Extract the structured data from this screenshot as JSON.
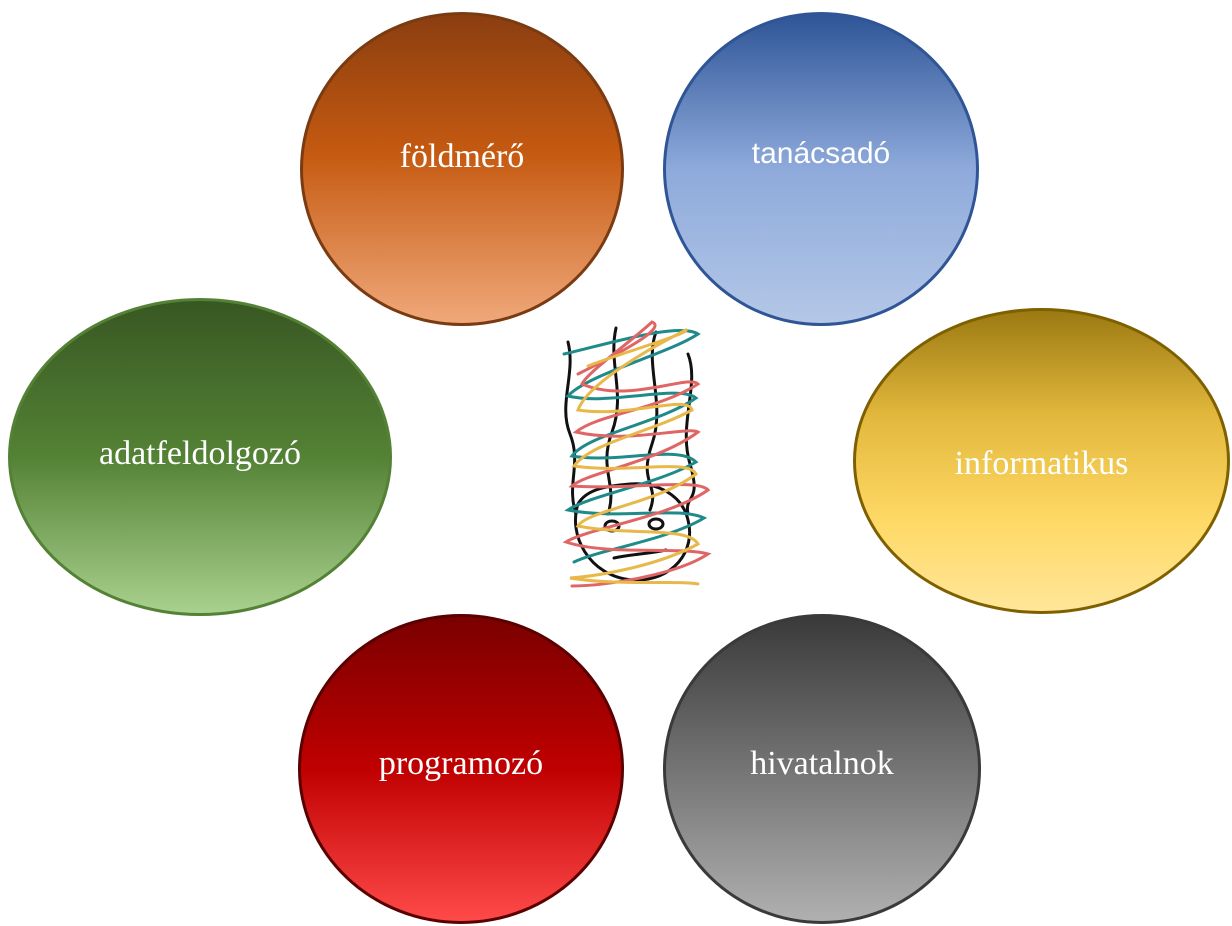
{
  "diagram": {
    "nodes": [
      {
        "id": "foldmero",
        "label": "földmérő"
      },
      {
        "id": "tanacsado",
        "label": "tanácsadó"
      },
      {
        "id": "adatfeldolgozo",
        "label": "adatfeldolgozó"
      },
      {
        "id": "informatikus",
        "label": "informatikus"
      },
      {
        "id": "programozo",
        "label": "programozó"
      },
      {
        "id": "hivatalnok",
        "label": "hivatalnok"
      }
    ],
    "center_image": "tangled-person-drawing",
    "colors": {
      "foldmero": "#c55a11",
      "tanacsado": "#8eaadb",
      "adatfeldolgozo": "#548235",
      "informatikus": "#ffd966",
      "programozo": "#c00000",
      "hivatalnok": "#7a7a7a",
      "scribble_black": "#111111",
      "scribble_teal": "#1f8a8a",
      "scribble_red": "#e06666",
      "scribble_yellow": "#e8b84a"
    }
  }
}
